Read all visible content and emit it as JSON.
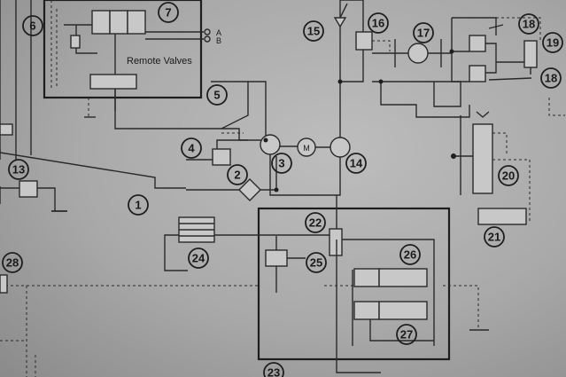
{
  "labels": {
    "remote_valves": "Remote Valves",
    "motor": "M",
    "port_a": "A",
    "port_b": "B"
  },
  "components": [
    "1",
    "2",
    "3",
    "4",
    "5",
    "6",
    "7",
    "13",
    "14",
    "15",
    "16",
    "17",
    "18",
    "18",
    "19",
    "20",
    "21",
    "22",
    "23",
    "24",
    "25",
    "26",
    "27",
    "28"
  ]
}
